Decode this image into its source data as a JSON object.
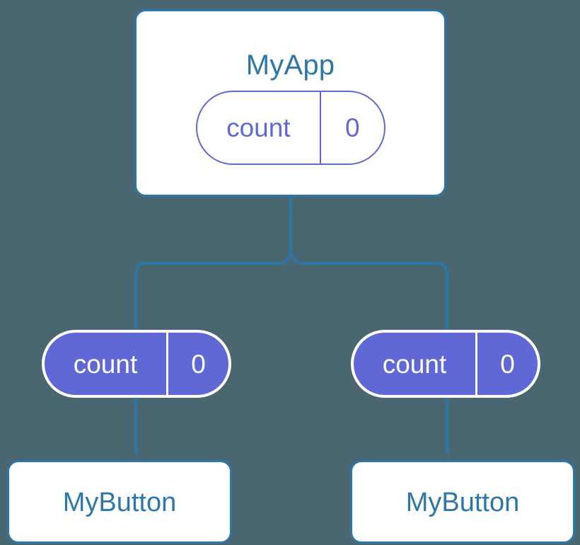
{
  "diagram": {
    "type": "component-tree",
    "title_text": "MyApp",
    "background_color": "#4a6670",
    "accent_blue": "#2d77a8",
    "accent_purple": "#6068d6",
    "card_fill": "#ffffff"
  },
  "root": {
    "label": "MyApp",
    "state": {
      "key": "count",
      "value": "0"
    }
  },
  "children": [
    {
      "state": {
        "key": "count",
        "value": "0"
      },
      "leaf_label": "MyButton"
    },
    {
      "state": {
        "key": "count",
        "value": "0"
      },
      "leaf_label": "MyButton"
    }
  ],
  "edges": {
    "root_to_split": "vertical-line",
    "split_to_children": "branch-fork",
    "state_to_leaf": "arrow-down"
  }
}
